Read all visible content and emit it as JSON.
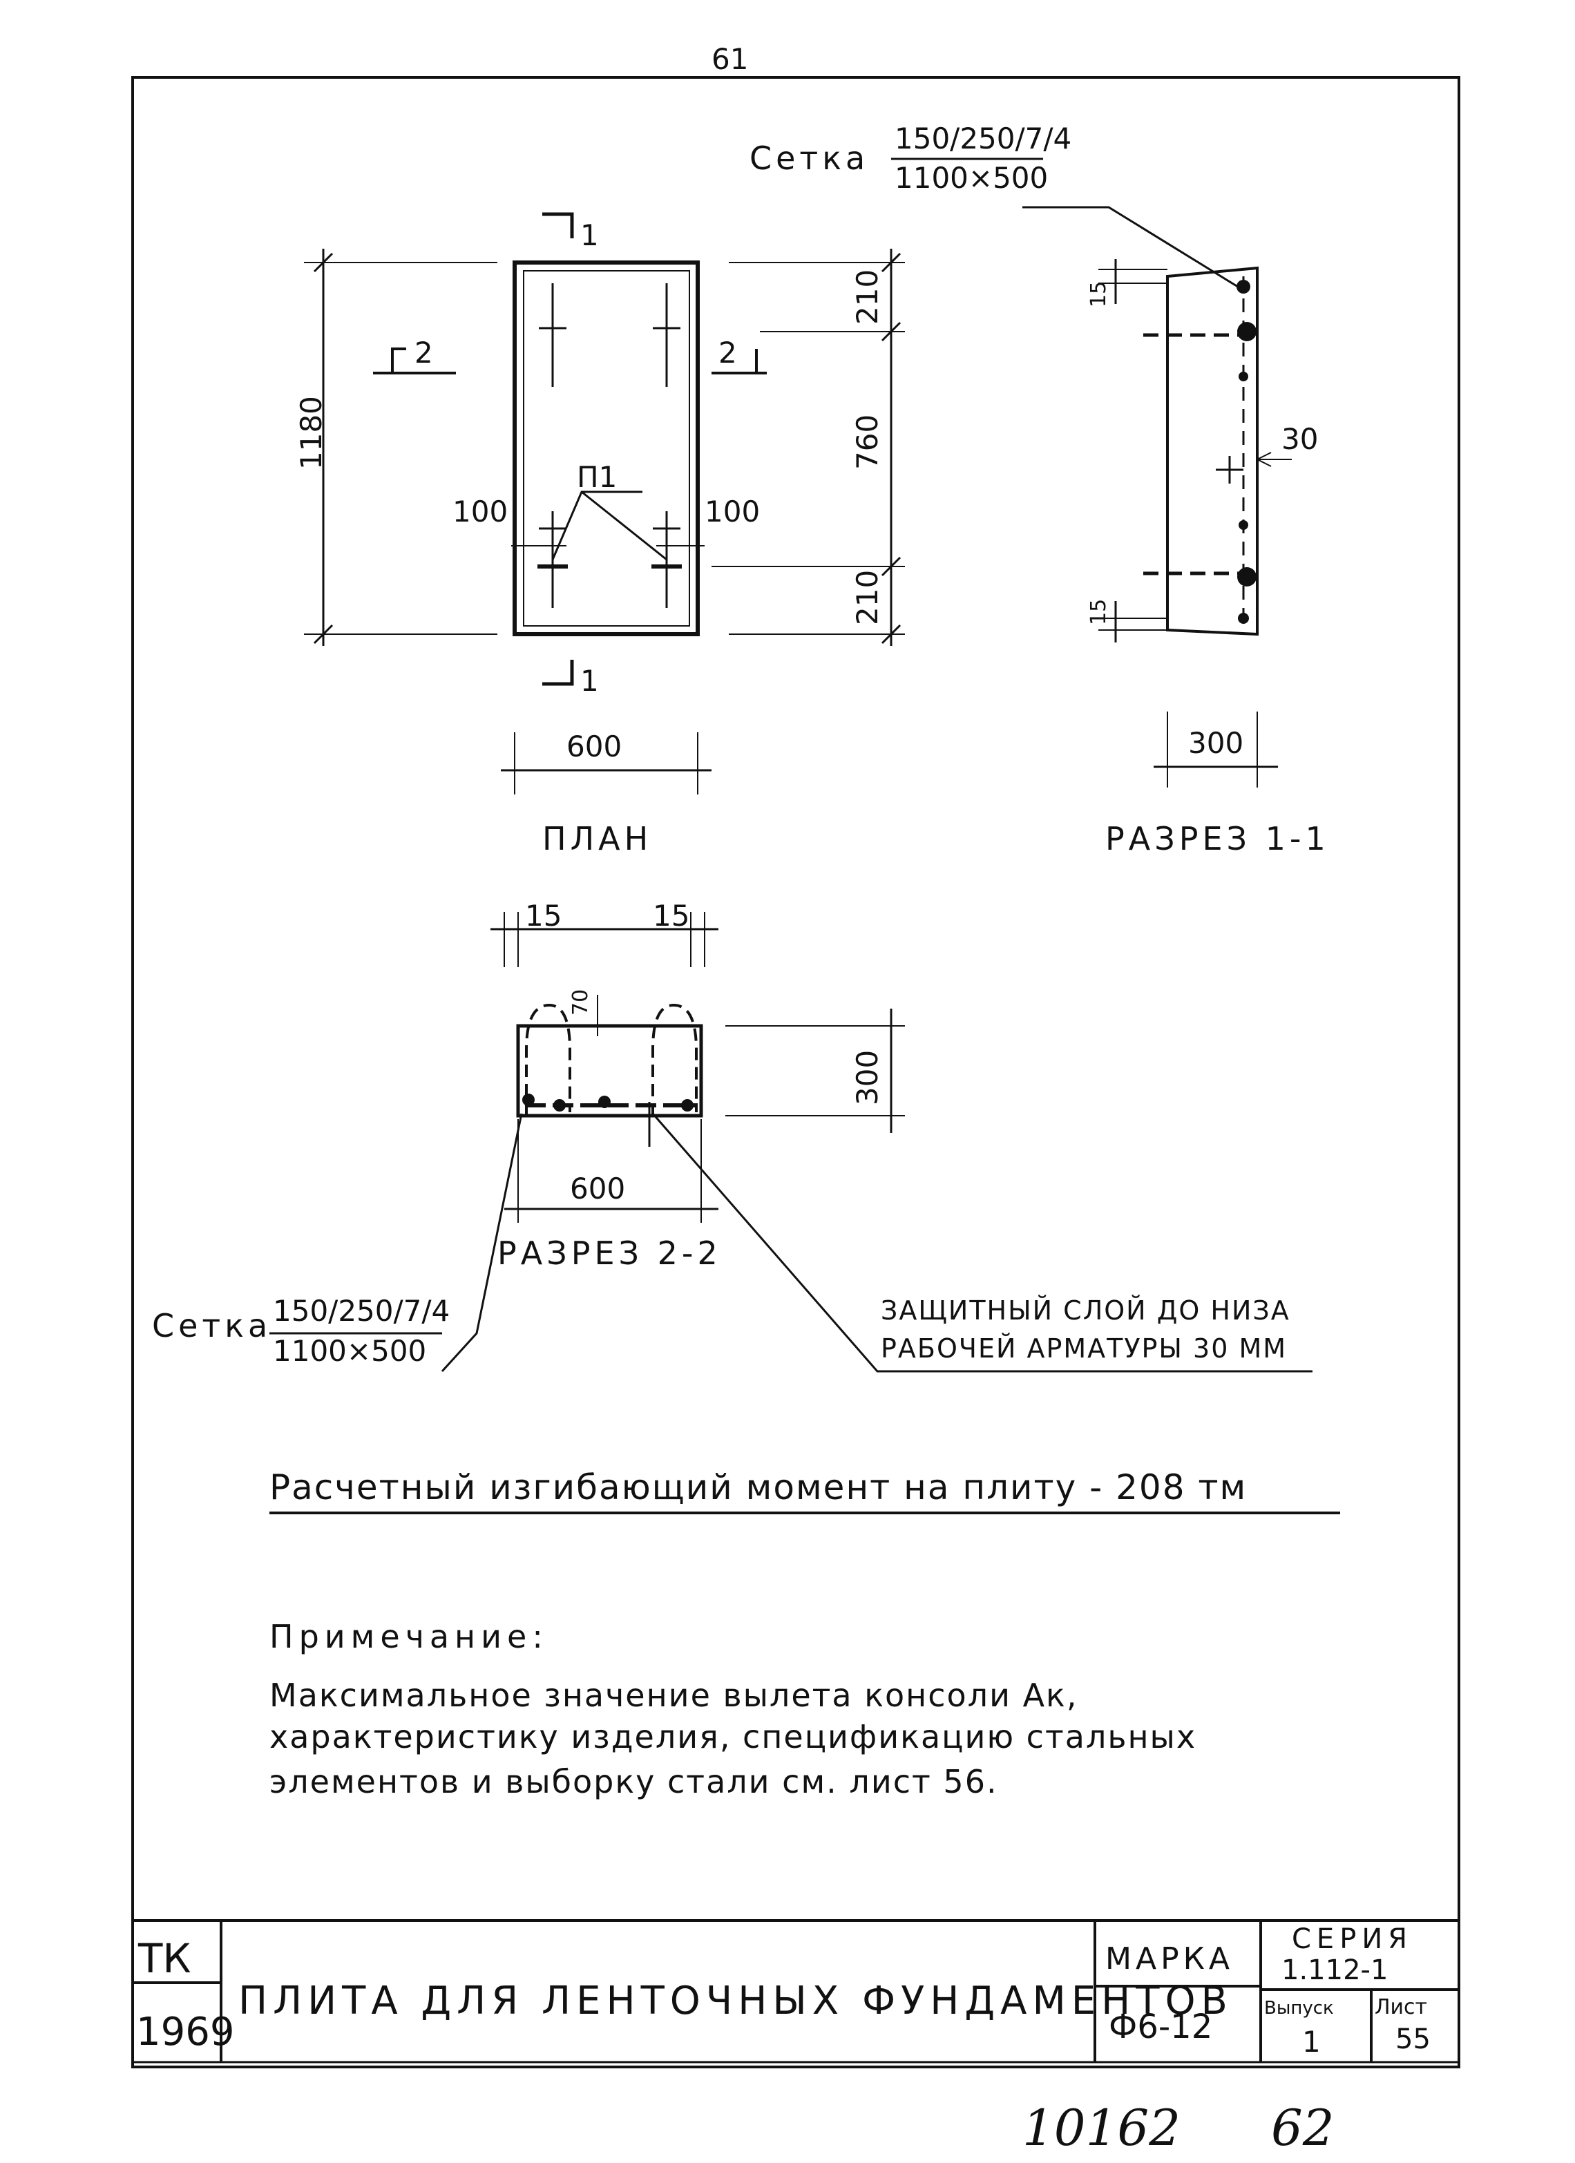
{
  "page_number_top": "61",
  "plan": {
    "label": "ПЛАН",
    "section_mark_1": "1",
    "section_mark_2": "2",
    "dims": {
      "total_height": "1180",
      "top": "210",
      "middle": "760",
      "bottom": "210",
      "left_offset": "100",
      "right_offset": "100",
      "width": "600"
    },
    "part_label": "П1"
  },
  "mesh_callout_top": {
    "prefix": "Сетка",
    "numerator": "150/250/7/4",
    "denominator": "1100×500"
  },
  "section_1_1": {
    "label": "РАЗРЕЗ 1-1",
    "dims": {
      "top_cover": "15",
      "bottom_cover": "15",
      "cover": "30",
      "height": "300"
    }
  },
  "section_2_2": {
    "label": "РАЗРЕЗ 2-2",
    "dims": {
      "left_cover": "15",
      "right_cover": "15",
      "loop_height": "70",
      "height": "300",
      "width": "600"
    }
  },
  "mesh_callout_bottom": {
    "prefix": "Сетка",
    "numerator": "150/250/7/4",
    "denominator": "1100×500"
  },
  "protective_layer_note": {
    "line1": "ЗАЩИТНЫЙ СЛОЙ ДО НИЗА",
    "line2": "РАБОЧЕЙ АРМАТУРЫ 30 ММ"
  },
  "moment_note": "Расчетный изгибающий момент на плиту - 208 тм",
  "remark": {
    "heading": "Примечание:",
    "lines": [
      "Максимальное значение вылета консоли Ак,",
      "характеристику изделия, спецификацию стальных",
      "элементов и выборку стали см. лист 56."
    ]
  },
  "title_block": {
    "org_top": "ТК",
    "org_year": "1969",
    "title": "ПЛИТА ДЛЯ ЛЕНТОЧНЫХ ФУНДАМЕНТОВ",
    "mark_label": "МАРКА",
    "mark_value": "Ф6-12",
    "series_label": "СЕРИЯ",
    "series_value": "1.112-1",
    "issue_label": "Выпуск",
    "issue_value": "1",
    "sheet_label": "Лист",
    "sheet_value": "55"
  },
  "footer": {
    "doc_number": "10162",
    "page_number": "62"
  }
}
